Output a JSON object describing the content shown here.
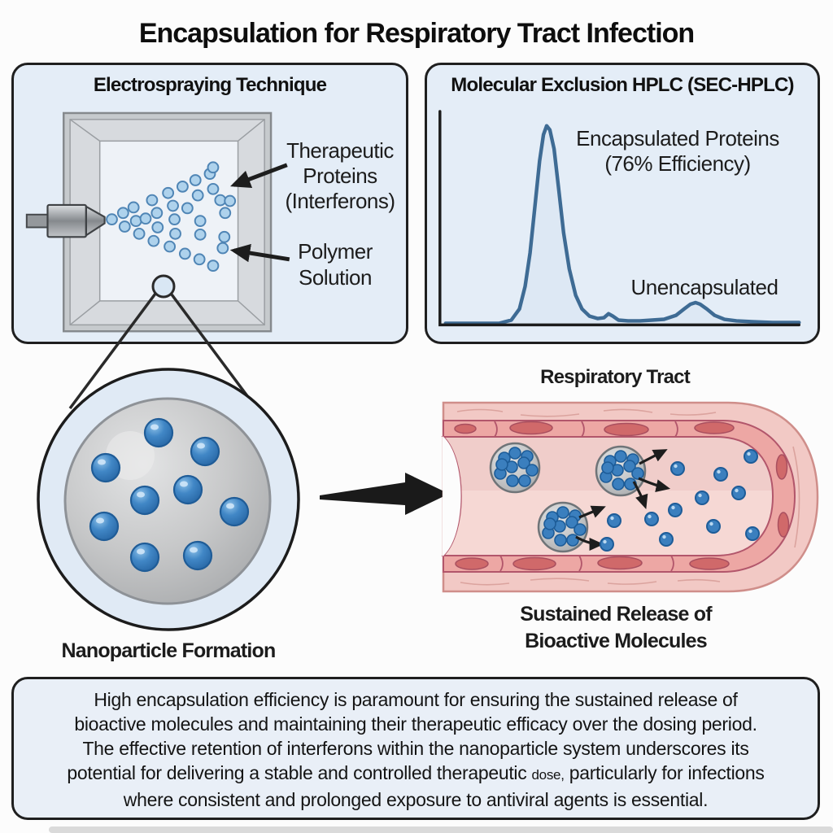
{
  "title": "Encapsulation for Respiratory Tract Infection",
  "colors": {
    "page_bg": "#fcfcfc",
    "panel_bg": "#e4edf7",
    "panel_border": "#1f1f1f",
    "droplet_fill": "#aed2ec",
    "droplet_stroke": "#4f85b5",
    "molecule_blue": "#3b7fbe",
    "molecule_stroke": "#1d5c98",
    "chart_line": "#3e6b94",
    "chart_fill": "#dce7f3",
    "tract_outer": "#f2c9c5",
    "tract_cells": "#eda7a4",
    "tract_lumen": "#f6d8d4",
    "nucleus": "#d0696a",
    "gray_particle": "#c9cbcd"
  },
  "panels": {
    "electrospray": {
      "title": "Electrospraying Technique",
      "therapeutic_label": [
        "Therapeutic",
        "Proteins",
        "(Interferons)"
      ],
      "polymer_label": [
        "Polymer",
        "Solution"
      ]
    },
    "hplc": {
      "title": "Molecular Exclusion HPLC (SEC-HPLC)",
      "encapsulated_label": [
        "Encapsulated Proteins",
        "(76% Efficiency)"
      ],
      "unencapsulated_label": "Unencapsulated"
    }
  },
  "middle": {
    "nanoparticle_label": "Nanoparticle Formation",
    "tract_title": "Respiratory Tract",
    "release_label": [
      "Sustained Release of",
      "Bioactive Molecules"
    ]
  },
  "footer": {
    "line1": "High encapsulation efficiency is paramount for ensuring the sustained release of",
    "line2": "bioactive molecules and maintaining their therapeutic efficacy over the dosing period.",
    "line3": "The effective retention of interferons within the nanoparticle system underscores its",
    "line4_pre": "potential for delivering a stable and controlled therapeutic ",
    "line4_small": "dose,",
    "line4_post": " particularly for infections",
    "line5": "where consistent and prolonged exposure to antiviral agents is essential."
  },
  "chart_data": {
    "type": "area",
    "title": "Molecular Exclusion HPLC (SEC-HPLC)",
    "xlabel": "",
    "ylabel": "",
    "grid": false,
    "legend": false,
    "x": [
      0,
      8.4,
      15.2,
      18.6,
      20.9,
      22.5,
      23.9,
      25.2,
      26.6,
      27.7,
      28.6,
      29.5,
      30.7,
      32,
      33.4,
      35,
      36.8,
      38.6,
      40.7,
      43,
      44.8,
      46.1,
      47.3,
      48.9,
      51.6,
      55,
      58.4,
      61.8,
      65.2,
      67.5,
      69.3,
      70.7,
      72,
      73.9,
      76.1,
      78.9,
      82.3,
      86.8,
      92.5,
      100
    ],
    "y": [
      0.8,
      0.8,
      0.8,
      2.4,
      8,
      19.3,
      36.1,
      58.2,
      82.3,
      95.6,
      100,
      98,
      88.4,
      68.3,
      46.2,
      28.1,
      14.9,
      8,
      4.4,
      3.2,
      3.6,
      5.6,
      4.4,
      2.4,
      2,
      2,
      2.4,
      2.8,
      4.8,
      8,
      10.4,
      11.2,
      10.4,
      8,
      4.8,
      2.8,
      2,
      1.6,
      1.2,
      1.2
    ],
    "peaks": [
      {
        "label": "Encapsulated Proteins",
        "annotation": "(76% Efficiency)",
        "x_pct": 28.6,
        "height_pct": 100,
        "efficiency_pct": 76
      },
      {
        "label": "Unencapsulated",
        "x_pct": 70.7,
        "height_pct": 11
      }
    ],
    "line_color": "#3e6b94",
    "fill_color": "#dce7f3"
  },
  "figures": {
    "spray_droplets": [
      [
        122,
        193
      ],
      [
        136,
        185
      ],
      [
        138,
        202
      ],
      [
        149,
        178
      ],
      [
        152,
        195
      ],
      [
        156,
        211
      ],
      [
        164,
        192
      ],
      [
        172,
        169
      ],
      [
        178,
        185
      ],
      [
        179,
        203
      ],
      [
        174,
        220
      ],
      [
        192,
        160
      ],
      [
        198,
        176
      ],
      [
        200,
        193
      ],
      [
        201,
        211
      ],
      [
        194,
        227
      ],
      [
        210,
        152
      ],
      [
        216,
        179
      ],
      [
        226,
        144
      ],
      [
        229,
        163
      ],
      [
        232,
        195
      ],
      [
        232,
        212
      ],
      [
        213,
        236
      ],
      [
        244,
        136
      ],
      [
        248,
        155
      ],
      [
        257,
        169
      ],
      [
        263,
        185
      ],
      [
        269,
        170
      ],
      [
        262,
        215
      ],
      [
        260,
        229
      ],
      [
        248,
        128
      ],
      [
        231,
        243
      ],
      [
        248,
        251
      ]
    ],
    "nanoparticle_spheres": [
      [
        195,
        532
      ],
      [
        252,
        555
      ],
      [
        130,
        575
      ],
      [
        231,
        602
      ],
      [
        178,
        615
      ],
      [
        288,
        629
      ],
      [
        128,
        647
      ],
      [
        178,
        685
      ],
      [
        243,
        683
      ]
    ],
    "tract_nanoparticles": [
      [
        633,
        575
      ],
      [
        763,
        579
      ],
      [
        692,
        648
      ]
    ],
    "np_dot_offsets": [
      [
        -13,
        -12
      ],
      [
        0,
        -18
      ],
      [
        15,
        -14
      ],
      [
        -18,
        7
      ],
      [
        -4,
        -1
      ],
      [
        11,
        -6
      ],
      [
        -3,
        16
      ],
      [
        12,
        16
      ],
      [
        21,
        3
      ],
      [
        -16,
        -4
      ]
    ],
    "free_molecules": [
      [
        833,
        576
      ],
      [
        886,
        583
      ],
      [
        923,
        561
      ],
      [
        863,
        612
      ],
      [
        908,
        606
      ],
      [
        830,
        627
      ],
      [
        801,
        638
      ],
      [
        877,
        647
      ],
      [
        819,
        663
      ],
      [
        925,
        656
      ],
      [
        755,
        640
      ],
      [
        746,
        669
      ]
    ]
  }
}
